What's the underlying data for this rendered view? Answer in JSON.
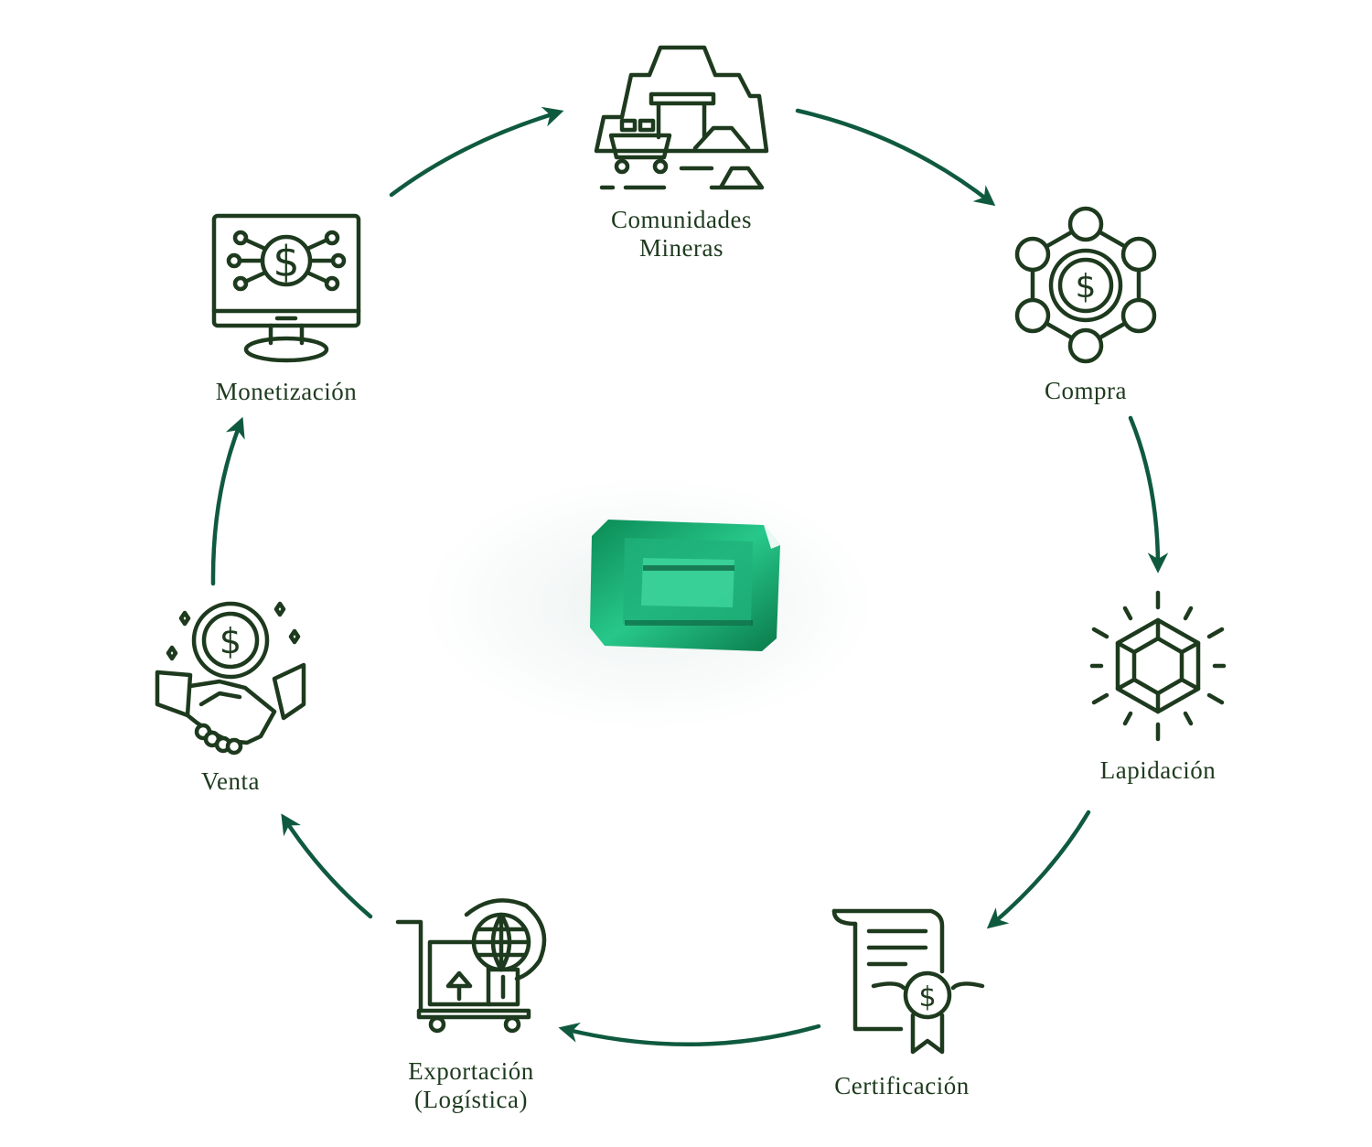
{
  "diagram": {
    "type": "cycle",
    "center_image": "emerald-gem",
    "colors": {
      "arrow": "#0f5a3f",
      "icon": "#1e3a1e",
      "text": "#1e3a1e"
    },
    "steps": [
      {
        "icon": "mine-cart-icon",
        "line1": "Comunidades",
        "line2": "Mineras"
      },
      {
        "icon": "network-dollar-icon",
        "line1": "Compra"
      },
      {
        "icon": "cut-gem-icon",
        "line1": "Lapidación"
      },
      {
        "icon": "certificate-icon",
        "line1": "Certificación"
      },
      {
        "icon": "export-logistics-icon",
        "line1": "Exportación",
        "line2": "(Logística)"
      },
      {
        "icon": "handshake-dollar-icon",
        "line1": "Venta"
      },
      {
        "icon": "monitor-dollar-icon",
        "line1": "Monetización"
      }
    ]
  }
}
